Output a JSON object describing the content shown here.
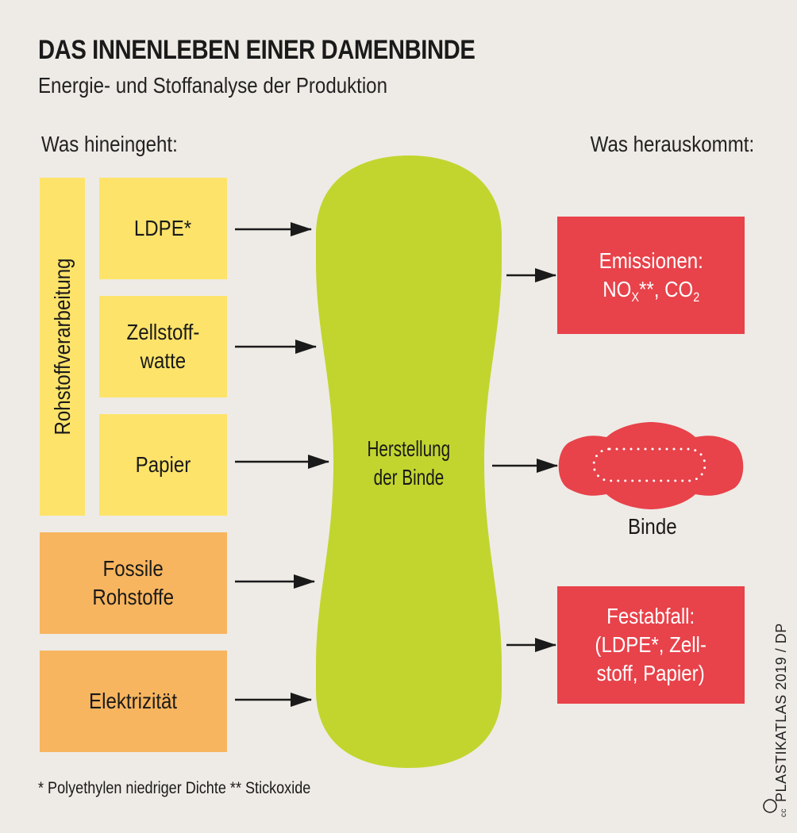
{
  "title": "DAS INNENLEBEN EINER DAMENBINDE",
  "subtitle": "Energie- und Stoffanalyse der Produktion",
  "inputs_header": "Was hineingeht:",
  "outputs_header": "Was herauskommt:",
  "group_label": "Rohstoffverarbeitung",
  "inputs": {
    "ldpe": "LDPE*",
    "zellstoff_line1": "Zellstoff-",
    "zellstoff_line2": "watte",
    "papier": "Papier",
    "fossile_line1": "Fossile",
    "fossile_line2": "Rohstoffe",
    "elektrizitaet": "Elektrizität"
  },
  "center": {
    "line1": "Herstellung",
    "line2": "der Binde"
  },
  "outputs": {
    "emissionen_line1": "Emissionen:",
    "emissionen_nox": "NO",
    "emissionen_nox_sub": "X",
    "emissionen_rest": "**, CO",
    "emissionen_co2_sub": "2",
    "binde": "Binde",
    "festabfall_line1": "Festabfall:",
    "festabfall_line2": "(LDPE*, Zell-",
    "festabfall_line3": "stoff, Papier)"
  },
  "footnote": "* Polyethylen niedriger Dichte  ** Stickoxide",
  "credit_symbol": "cc",
  "credit": "PLASTIKATLAS 2019 / DP",
  "colors": {
    "background": "#eeebe6",
    "yellow": "#fde36a",
    "orange": "#f8b55f",
    "green": "#c2d52f",
    "red": "#e8424a"
  }
}
